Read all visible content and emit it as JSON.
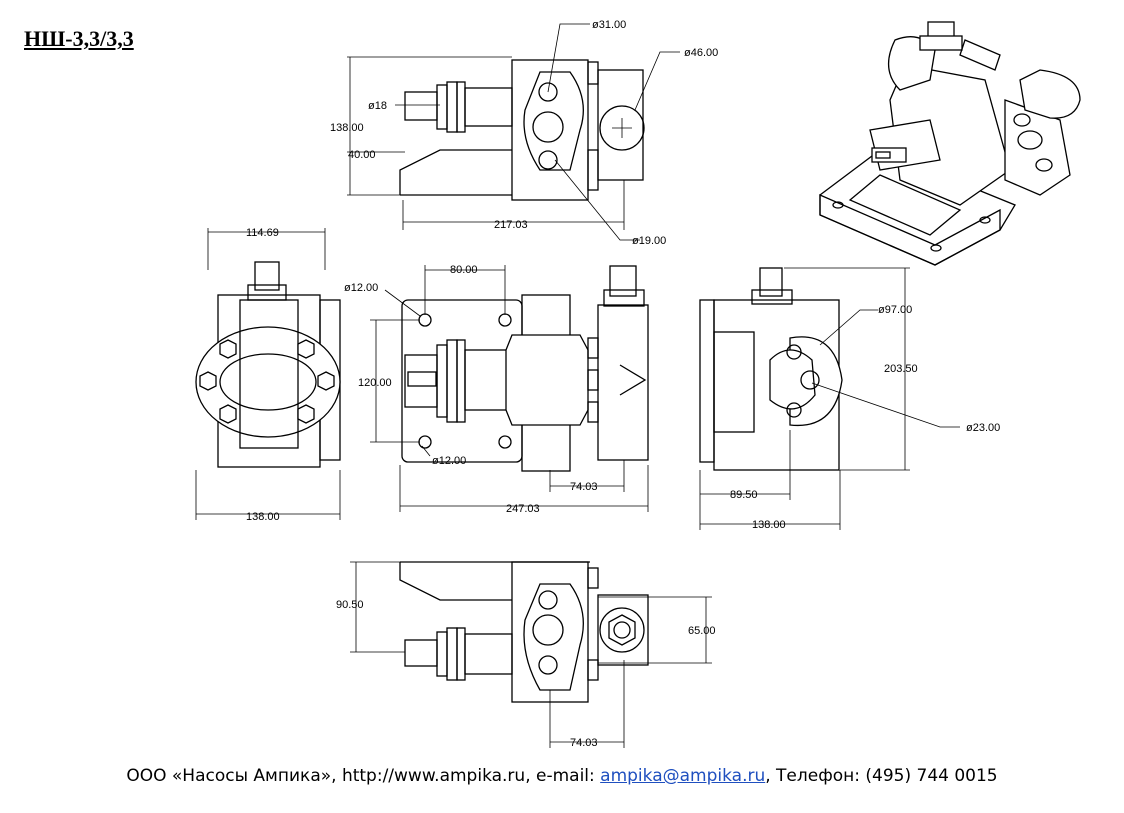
{
  "title": "НШ-3,3/3,3",
  "dimensions": {
    "d31": "ø31.00",
    "d46": "ø46.00",
    "d18": "ø18",
    "h138": "138.00",
    "h40": "40.00",
    "w217": "217.03",
    "d19": "ø19.00",
    "w114": "114.69",
    "w138_left": "138.00",
    "d12_top": "ø12.00",
    "w80": "80.00",
    "h120": "120.00",
    "d12_bottom": "ø12.00",
    "w74_mid": "74.03",
    "w247": "247.03",
    "d97": "ø97.00",
    "h203": "203.50",
    "d23": "ø23.00",
    "w89": "89.50",
    "w138_right": "138.00",
    "h90": "90.50",
    "h65": "65.00",
    "w74_bottom": "74.03"
  },
  "footer": {
    "prefix": "ООО «Насосы Ампика», http://www.ampika.ru, e-mail: ",
    "email": "ampika@ampika.ru",
    "suffix": ", Телефон: (495) 744 0015"
  }
}
